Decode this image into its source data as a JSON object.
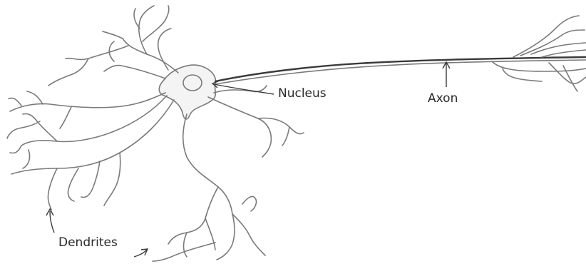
{
  "labels": {
    "nucleus": "Nucleus",
    "axon": "Axon",
    "dendrites": "Dendrites"
  },
  "colors": {
    "outline": "#7a7a7a",
    "axon": "#3a3a3a",
    "text": "#2a2a2a",
    "soma_fill": "#f4f4f4"
  }
}
